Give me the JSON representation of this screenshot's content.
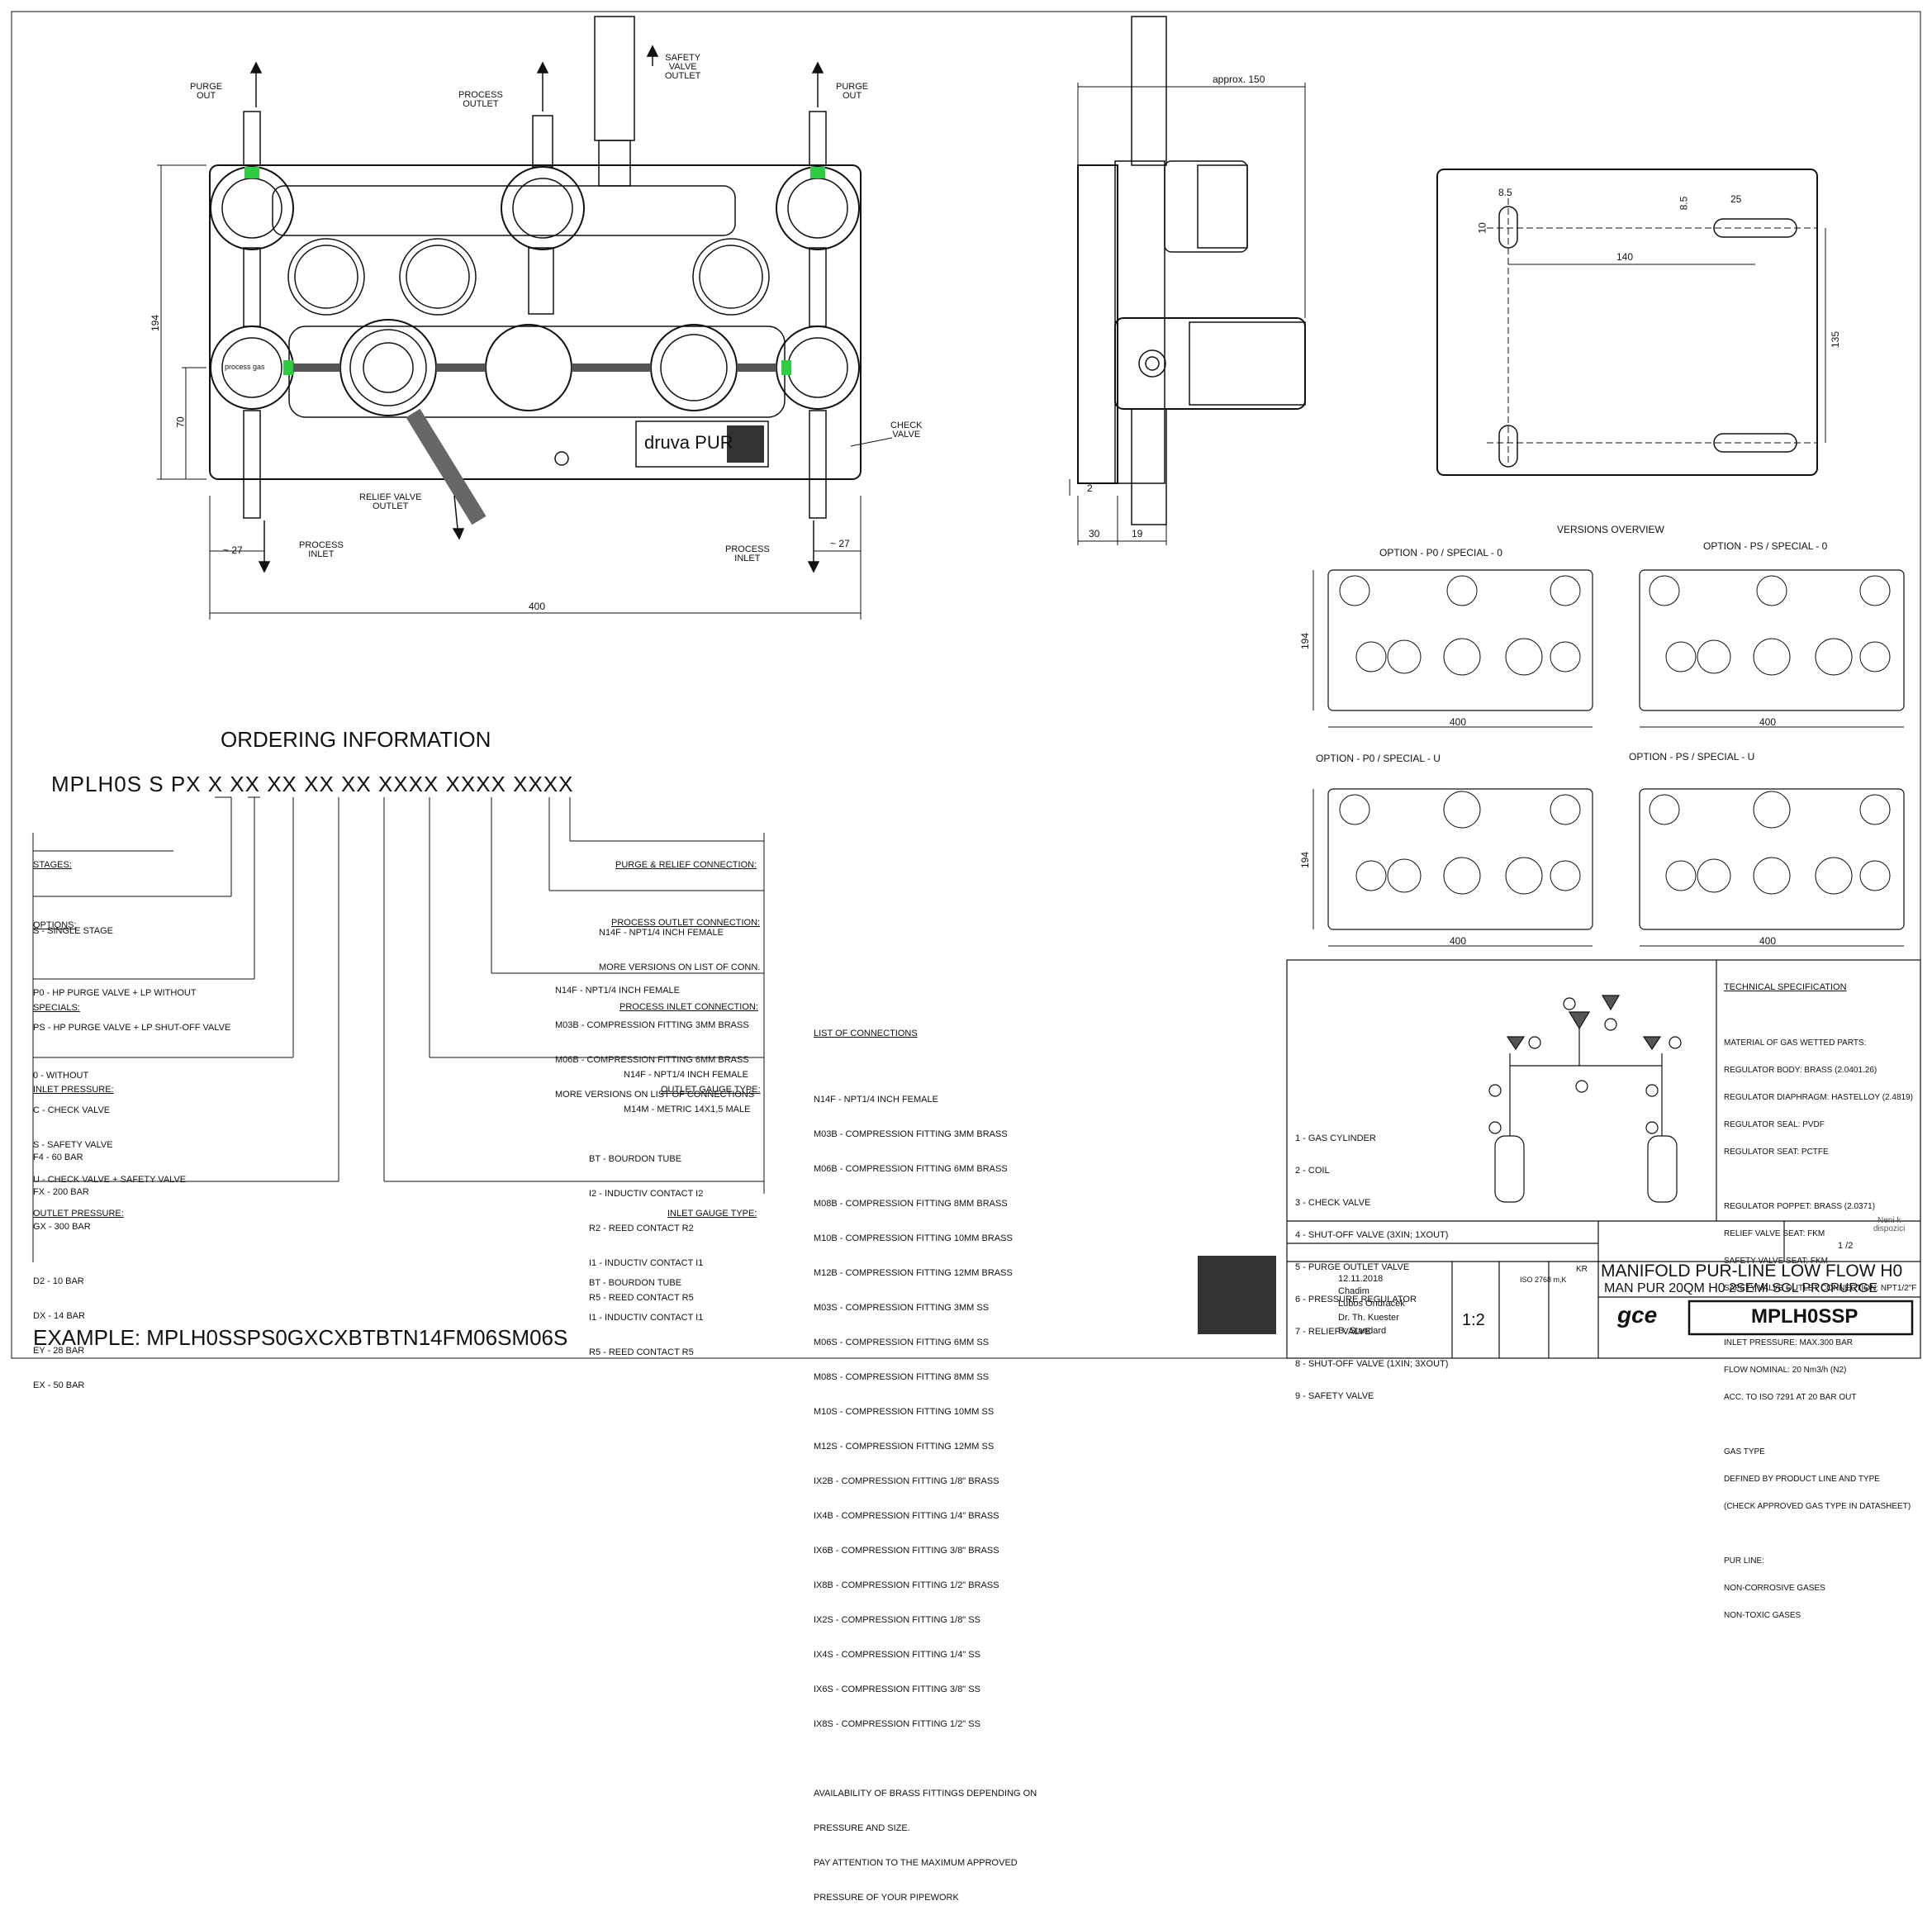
{
  "front_view": {
    "labels": {
      "purge_out_left": "PURGE\nOUT",
      "process_outlet": "PROCESS\nOUTLET",
      "safety_valve_outlet": "SAFETY\nVALVE\nOUTLET",
      "purge_out_right": "PURGE\nOUT",
      "check_valve": "CHECK\nVALVE",
      "relief_valve_outlet": "RELIEF VALVE\nOUTLET",
      "process_inlet_left": "PROCESS\nINLET",
      "process_inlet_right": "PROCESS\nINLET"
    },
    "gauge_label": "process gas",
    "brand_plate": "druva PUR",
    "dims": {
      "height": "194",
      "lower": "70",
      "left_offset": "~ 27",
      "right_offset": "~ 27",
      "width": "400"
    }
  },
  "side_view": {
    "dims": {
      "approx": "approx. 150",
      "base": "2",
      "d30": "30",
      "d19": "19"
    }
  },
  "mount_view": {
    "dims": {
      "d8_5a": "8.5",
      "d8_5b": "8.5",
      "d25": "25",
      "d10": "10",
      "d140": "140",
      "d135": "135"
    }
  },
  "versions": {
    "title": "VERSIONS OVERVIEW",
    "options": [
      {
        "label": "OPTION - P0 / SPECIAL - 0",
        "h": "194",
        "w": "400"
      },
      {
        "label": "OPTION - PS / SPECIAL - 0",
        "h": "",
        "w": "400"
      },
      {
        "label": "OPTION - P0 / SPECIAL - U",
        "h": "194",
        "w": "400"
      },
      {
        "label": "OPTION - PS / SPECIAL - U",
        "h": "",
        "w": "400"
      }
    ]
  },
  "ordering": {
    "title": "ORDERING INFORMATION",
    "code": "MPLH0S S PX X XX XX XX XX XXXX XXXX XXXX",
    "example": "EXAMPLE: MPLH0SSPS0GXCXBTBTN14FM06SM06S",
    "stages": {
      "header": "STAGES:",
      "items": [
        "S - SINGLE STAGE"
      ]
    },
    "options": {
      "header": "OPTIONS:",
      "items": [
        "P0 - HP PURGE VALVE + LP WITHOUT",
        "PS - HP PURGE VALVE + LP SHUT-OFF VALVE"
      ]
    },
    "specials": {
      "header": "SPECIALS:",
      "items": [
        "0 - WITHOUT",
        "C - CHECK VALVE",
        "S - SAFETY VALVE",
        "U - CHECK VALVE + SAFETY VALVE"
      ]
    },
    "inlet_pressure": {
      "header": "INLET PRESSURE:",
      "items": [
        "F4 - 60 BAR",
        "FX - 200 BAR",
        "GX - 300 BAR"
      ]
    },
    "outlet_pressure": {
      "header": "OUTLET PRESSURE:",
      "items": [
        "D2 - 10 BAR",
        "DX - 14 BAR",
        "EY - 28 BAR",
        "EX - 50 BAR"
      ]
    },
    "purge_relief": {
      "header": "PURGE & RELIEF CONNECTION:",
      "items": [
        "N14F - NPT1/4 INCH FEMALE",
        "MORE VERSIONS ON LIST OF CONN."
      ]
    },
    "process_outlet": {
      "header": "PROCESS OUTLET CONNECTION:",
      "items": [
        "N14F - NPT1/4 INCH FEMALE",
        "M03B - COMPRESSION FITTING 3MM BRASS",
        "M06B - COMPRESSION FITTING 6MM BRASS",
        "MORE VERSIONS ON LIST OF CONNECTIONS"
      ]
    },
    "process_inlet": {
      "header": "PROCESS INLET CONNECTION:",
      "items": [
        "N14F - NPT1/4 INCH FEMALE",
        "M14M - METRIC 14X1,5 MALE"
      ]
    },
    "outlet_gauge": {
      "header": "OUTLET GAUGE TYPE:",
      "items": [
        "BT - BOURDON TUBE",
        "I2 - INDUCTIV CONTACT I2",
        "R2 - REED CONTACT R2",
        "I1 - INDUCTIV CONTACT I1",
        "R5 - REED CONTACT R5"
      ]
    },
    "inlet_gauge": {
      "header": "INLET GAUGE TYPE:",
      "items": [
        "BT - BOURDON TUBE",
        "I1 - INDUCTIV CONTACT I1",
        "R5 - REED CONTACT R5"
      ]
    }
  },
  "connections": {
    "header": "LIST OF CONNECTIONS",
    "items": [
      "N14F - NPT1/4 INCH FEMALE",
      "M03B - COMPRESSION FITTING 3MM BRASS",
      "M06B - COMPRESSION FITTING 6MM BRASS",
      "M08B - COMPRESSION FITTING 8MM BRASS",
      "M10B - COMPRESSION FITTING 10MM BRASS",
      "M12B - COMPRESSION FITTING 12MM BRASS",
      "M03S - COMPRESSION FITTING 3MM SS",
      "M06S - COMPRESSION FITTING 6MM SS",
      "M08S - COMPRESSION FITTING 8MM SS",
      "M10S - COMPRESSION FITTING 10MM SS",
      "M12S - COMPRESSION FITTING 12MM SS",
      "IX2B - COMPRESSION FITTING 1/8\" BRASS",
      "IX4B - COMPRESSION FITTING 1/4\" BRASS",
      "IX6B - COMPRESSION FITTING 3/8\" BRASS",
      "IX8B - COMPRESSION FITTING 1/2\" BRASS",
      "IX2S - COMPRESSION FITTING 1/8\" SS",
      "IX4S - COMPRESSION FITTING 1/4\" SS",
      "IX6S - COMPRESSION FITTING 3/8\" SS",
      "IX8S - COMPRESSION FITTING 1/2\" SS"
    ],
    "notes": [
      "AVAILABILITY OF BRASS FITTINGS DEPENDING ON",
      "PRESSURE AND SIZE.",
      "PAY ATTENTION TO THE MAXIMUM APPROVED",
      "PRESSURE OF YOUR PIPEWORK"
    ]
  },
  "legend": {
    "items": [
      "1 - GAS CYLINDER",
      "2 - COIL",
      "3 - CHECK VALVE",
      "4 - SHUT-OFF VALVE (3XIN; 1XOUT)",
      "5 - PURGE OUTLET VALVE",
      "6 - PRESSURE REGULATOR",
      "7 - RELIEF VALVE",
      "8 - SHUT-OFF VALVE (1XIN; 3XOUT)",
      "9 - SAFETY VALVE"
    ]
  },
  "tech_spec": {
    "header": "TECHNICAL SPECIFICATION",
    "lines": [
      "MATERIAL OF GAS WETTED PARTS:",
      "REGULATOR BODY: BRASS (2.0401.26)",
      "REGULATOR DIAPHRAGM: HASTELLOY (2.4819)",
      "REGULATOR SEAL: PVDF",
      "REGULATOR SEAT: PCTFE",
      "",
      "REGULATOR POPPET: BRASS (2.0371)",
      "RELIEF VALVE SEAT: FKM",
      "SAFETY VALVE SEAT: FKM",
      "SAFETY VALVE OUTLET CONNECTION: NPT1/2\"F",
      "",
      "INLET PRESSURE: MAX.300 BAR",
      "FLOW NOMINAL: 20 Nm3/h (N2)",
      "ACC. TO ISO 7291 AT 20 BAR OUT",
      "",
      "GAS TYPE",
      "DEFINED BY PRODUCT LINE AND TYPE",
      "(CHECK APPROVED GAS TYPE IN DATASHEET)",
      "",
      "PUR LINE:",
      "NON-CORROSIVE GASES",
      "NON-TOXIC GASES"
    ]
  },
  "title_block": {
    "date": "12.11.2018",
    "drawn": "Chadim",
    "checked": "Lubos Ondracek",
    "approved": "Dr. Th. Kuester",
    "standard": "B: Standard",
    "tolerance": "ISO 2768 m,K",
    "kr": "KR",
    "scale": "1:2",
    "sheet": "1 /2",
    "title": "MANIFOLD PUR-LINE LOW FLOW H0",
    "subtitle": "MAN PUR 20QM H0 2SEMI SGL PROPURGE",
    "logo": "gce",
    "part_number": "MPLH0SSP",
    "status": "Neni k\ndispozici"
  }
}
